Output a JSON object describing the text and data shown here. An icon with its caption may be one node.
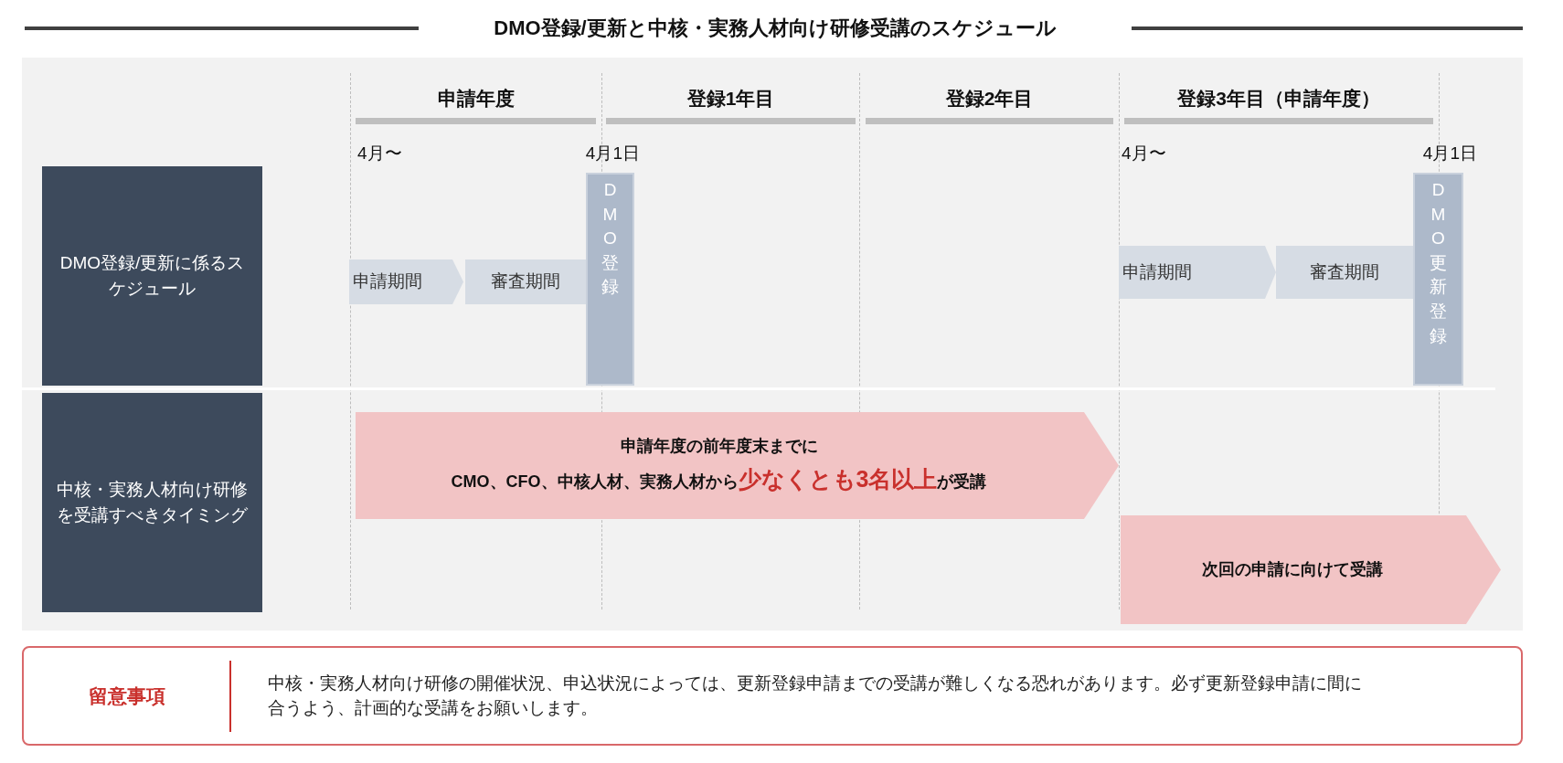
{
  "diagram": {
    "title": "DMO登録/更新と中核・実務人材向け研修受講のスケジュール",
    "nodes": [
      {
        "text": [
          "DMO登録/更新に係るスケジュール"
        ]
      },
      {
        "text": [
          "中核・実務人材向け研修を受講すべきタイミング"
        ]
      },
      {
        "text": [
          "申請期間"
        ]
      },
      {
        "text": [
          "審査期間"
        ]
      },
      {
        "text": [
          "DMO登録"
        ]
      },
      {
        "text": [
          "申請期間"
        ]
      },
      {
        "text": [
          "審査期間"
        ]
      },
      {
        "text": [
          "DMO更新登録"
        ]
      },
      {
        "text": [
          "申請年度の前年度末までに",
          "CMO、CFO、中核人材、実務人材から**少なくとも3名以上**が受講"
        ]
      },
      {
        "text": [
          "次回の申請に向けて受講"
        ]
      },
      {
        "text": [
          "留意事項",
          "中核・実務人材向け研修の開催状況、申込状況によっては、更新登録申請までの受講が難しくなる恐れがあります。必ず更新登録申請に間に合うよう、計画的な受講をお願いします。"
        ]
      }
    ],
    "labels": [
      "申請年度",
      "登録1年目",
      "登録2年目",
      "登録3年目（申請年度）",
      "4月〜",
      "4月1日",
      "4月〜",
      "4月1日"
    ]
  }
}
